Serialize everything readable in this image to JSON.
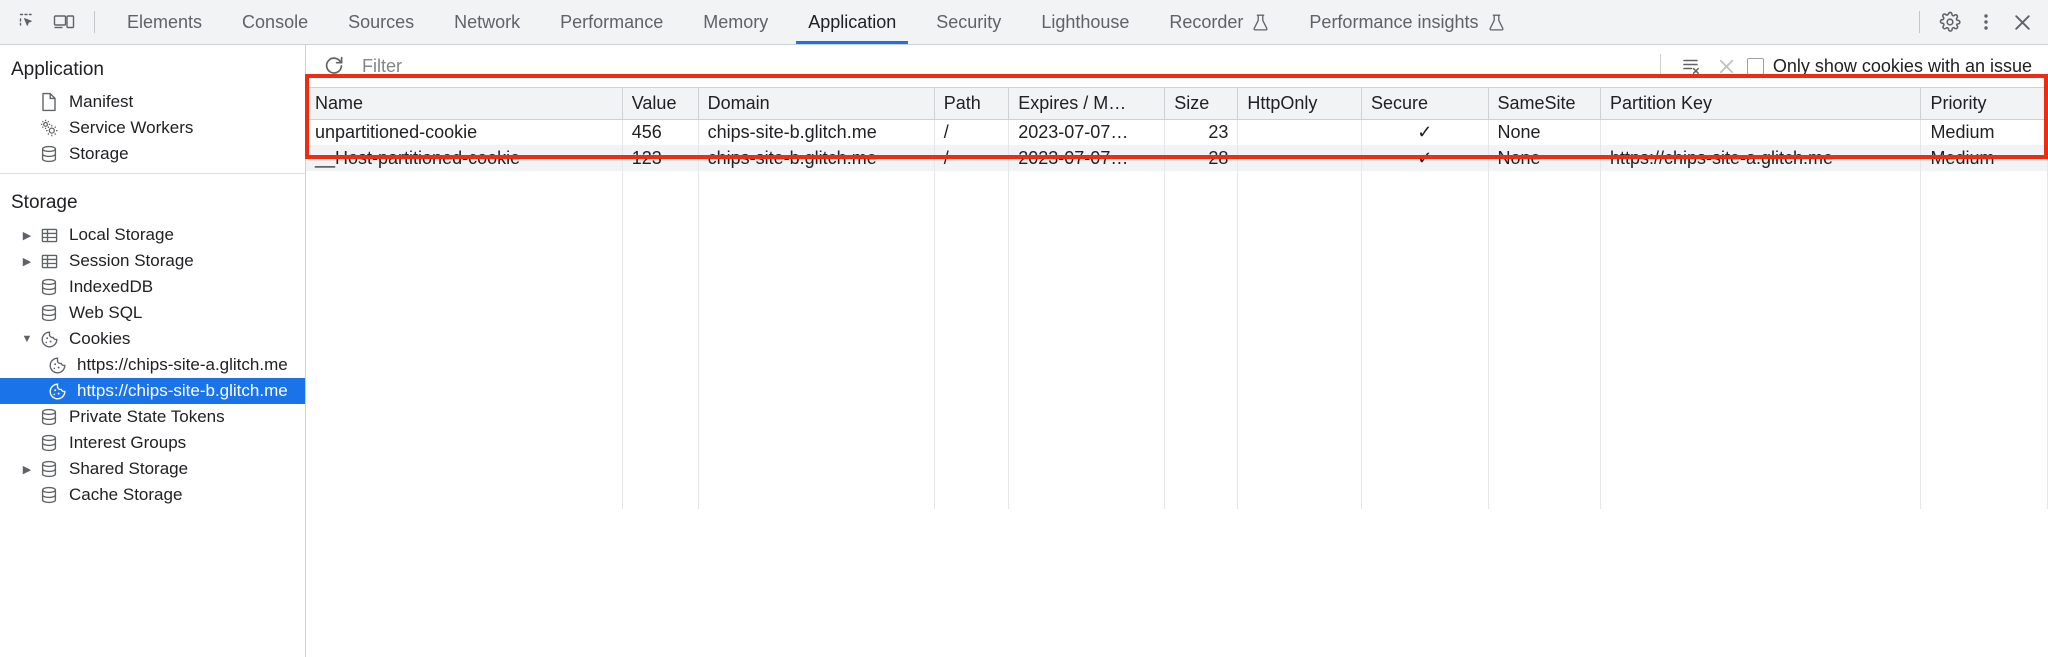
{
  "toolbar": {
    "inspect_icon": "inspect-element-icon",
    "device_icon": "device-toolbar-icon",
    "tabs": [
      {
        "label": "Elements",
        "active": false,
        "experimental": false
      },
      {
        "label": "Console",
        "active": false,
        "experimental": false
      },
      {
        "label": "Sources",
        "active": false,
        "experimental": false
      },
      {
        "label": "Network",
        "active": false,
        "experimental": false
      },
      {
        "label": "Performance",
        "active": false,
        "experimental": false
      },
      {
        "label": "Memory",
        "active": false,
        "experimental": false
      },
      {
        "label": "Application",
        "active": true,
        "experimental": false
      },
      {
        "label": "Security",
        "active": false,
        "experimental": false
      },
      {
        "label": "Lighthouse",
        "active": false,
        "experimental": false
      },
      {
        "label": "Recorder",
        "active": false,
        "experimental": true
      },
      {
        "label": "Performance insights",
        "active": false,
        "experimental": true
      }
    ],
    "settings_icon": "gear-icon",
    "more_icon": "more-options-icon",
    "close_icon": "close-icon"
  },
  "sidebar": {
    "groups": [
      {
        "title": "Application",
        "items": [
          {
            "label": "Manifest",
            "icon": "manifest-document-icon",
            "twisty": "none",
            "level": 1,
            "selected": false
          },
          {
            "label": "Service Workers",
            "icon": "service-workers-gears-icon",
            "twisty": "none",
            "level": 1,
            "selected": false
          },
          {
            "label": "Storage",
            "icon": "database-icon",
            "twisty": "none",
            "level": 1,
            "selected": false
          }
        ]
      },
      {
        "title": "Storage",
        "items": [
          {
            "label": "Local Storage",
            "icon": "table-grid-icon",
            "twisty": "collapsed",
            "level": 1,
            "selected": false
          },
          {
            "label": "Session Storage",
            "icon": "table-grid-icon",
            "twisty": "collapsed",
            "level": 1,
            "selected": false
          },
          {
            "label": "IndexedDB",
            "icon": "database-icon",
            "twisty": "none",
            "level": 1,
            "selected": false
          },
          {
            "label": "Web SQL",
            "icon": "database-icon",
            "twisty": "none",
            "level": 1,
            "selected": false
          },
          {
            "label": "Cookies",
            "icon": "cookie-icon",
            "twisty": "expanded",
            "level": 1,
            "selected": false
          },
          {
            "label": "https://chips-site-a.glitch.me",
            "icon": "cookie-icon",
            "twisty": "none",
            "level": 2,
            "selected": false
          },
          {
            "label": "https://chips-site-b.glitch.me",
            "icon": "cookie-icon",
            "twisty": "none",
            "level": 2,
            "selected": true
          },
          {
            "label": "Private State Tokens",
            "icon": "database-icon",
            "twisty": "none",
            "level": 1,
            "selected": false
          },
          {
            "label": "Interest Groups",
            "icon": "database-icon",
            "twisty": "none",
            "level": 1,
            "selected": false
          },
          {
            "label": "Shared Storage",
            "icon": "database-icon",
            "twisty": "collapsed",
            "level": 1,
            "selected": false
          },
          {
            "label": "Cache Storage",
            "icon": "database-icon",
            "twisty": "none",
            "level": 1,
            "selected": false
          }
        ]
      }
    ]
  },
  "filterbar": {
    "refresh_icon": "refresh-icon",
    "filter_value": "",
    "filter_placeholder": "Filter",
    "clear_all_icon": "clear-all-cookies-icon",
    "delete_icon": "delete-selected-cookie-icon",
    "checkbox_label": "Only show cookies with an issue",
    "checkbox_checked": false
  },
  "table": {
    "columns": [
      "Name",
      "Value",
      "Domain",
      "Path",
      "Expires / M…",
      "Size",
      "HttpOnly",
      "Secure",
      "SameSite",
      "Partition Key",
      "Priority"
    ],
    "rows": [
      {
        "name": "unpartitioned-cookie",
        "value": "456",
        "domain": "chips-site-b.glitch.me",
        "path": "/",
        "expires": "2023-07-07…",
        "size": "23",
        "http_only": "",
        "secure": "✓",
        "same_site": "None",
        "partition_key": "",
        "priority": "Medium"
      },
      {
        "name": "__Host-partitioned-cookie",
        "value": "123",
        "domain": "chips-site-b.glitch.me",
        "path": "/",
        "expires": "2023-07-07…",
        "size": "28",
        "http_only": "",
        "secure": "✓",
        "same_site": "None",
        "partition_key": "https://chips-site-a.glitch.me",
        "priority": "Medium"
      }
    ]
  },
  "annotation": {
    "color": "#f02b12",
    "name": "cookie-table-highlight"
  }
}
